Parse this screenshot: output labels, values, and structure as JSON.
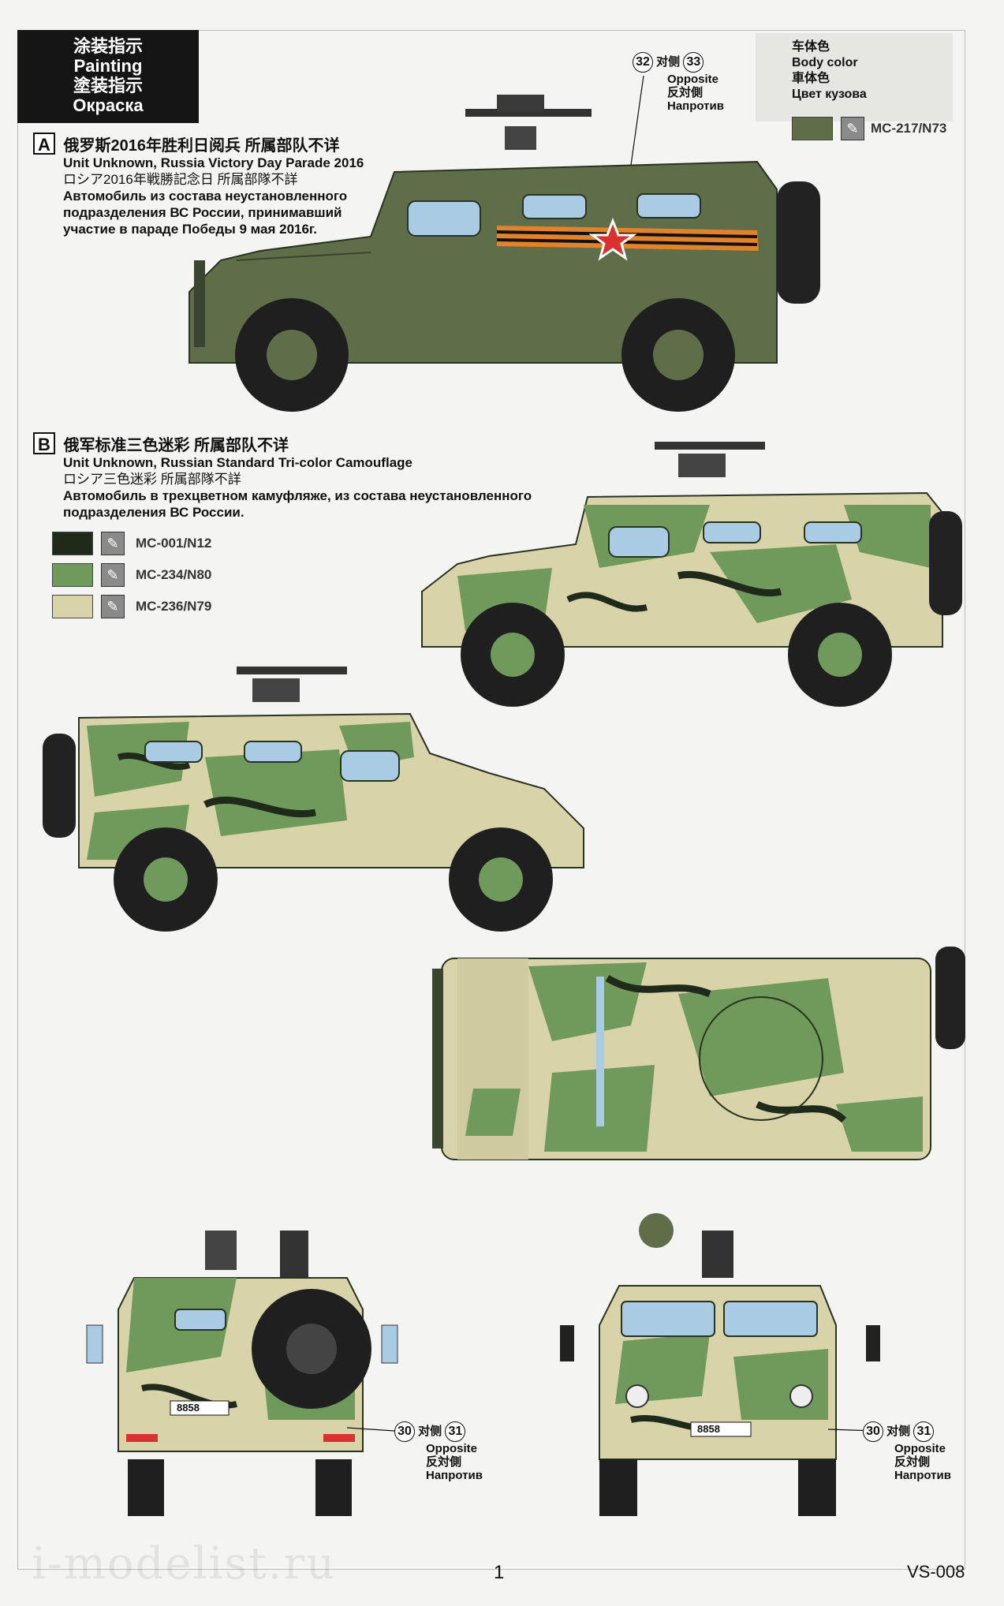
{
  "header": {
    "title_lines": [
      "涂装指示",
      "Painting",
      "塗装指示",
      "Окраска"
    ]
  },
  "body_color": {
    "lines": [
      "车体色",
      "Body color",
      "車体色",
      "Цвет кузова"
    ],
    "paint_code": "MC-217/N73",
    "swatch_color": "#5e6e48"
  },
  "top_callout": {
    "num_left": "32",
    "label_cn": "对侧",
    "num_right": "33",
    "lines": [
      "Opposite",
      "反対側",
      "Напротив"
    ]
  },
  "scheme_a": {
    "letter": "A",
    "title": "俄罗斯2016年胜利日阅兵 所属部队不详",
    "lines": [
      "Unit Unknown, Russia Victory Day Parade 2016",
      "ロシア2016年戦勝記念日 所属部隊不詳",
      "Автомобиль из состава неустановленного",
      "подразделения ВС России, принимавший",
      "участие в параде Победы 9 мая 2016г."
    ]
  },
  "scheme_b": {
    "letter": "B",
    "title": "俄军标准三色迷彩 所属部队不详",
    "lines": [
      "Unit Unknown, Russian Standard Tri-color Camouflage",
      "ロシア三色迷彩 所属部隊不詳",
      "Автомобиль в трехцветном камуфляже, из состава неустановленного",
      "подразделения ВС России."
    ],
    "paints": [
      {
        "code": "MC-001/N12",
        "color": "#1f2a1b"
      },
      {
        "code": "MC-234/N80",
        "color": "#6f9a5c"
      },
      {
        "code": "MC-236/N79",
        "color": "#d8d3a8"
      }
    ]
  },
  "rear_callout": {
    "num_left": "30",
    "label_cn": "对侧",
    "num_right": "31",
    "lines": [
      "Opposite",
      "反対側",
      "Напротив"
    ]
  },
  "front_callout": {
    "num_left": "30",
    "label_cn": "对侧",
    "num_right": "31",
    "lines": [
      "Opposite",
      "反対側",
      "Напротив"
    ]
  },
  "plates": {
    "rear": "8858",
    "front": "8858"
  },
  "footer": {
    "page_number": "1",
    "code": "VS-008",
    "watermark": "i-modelist.ru"
  }
}
